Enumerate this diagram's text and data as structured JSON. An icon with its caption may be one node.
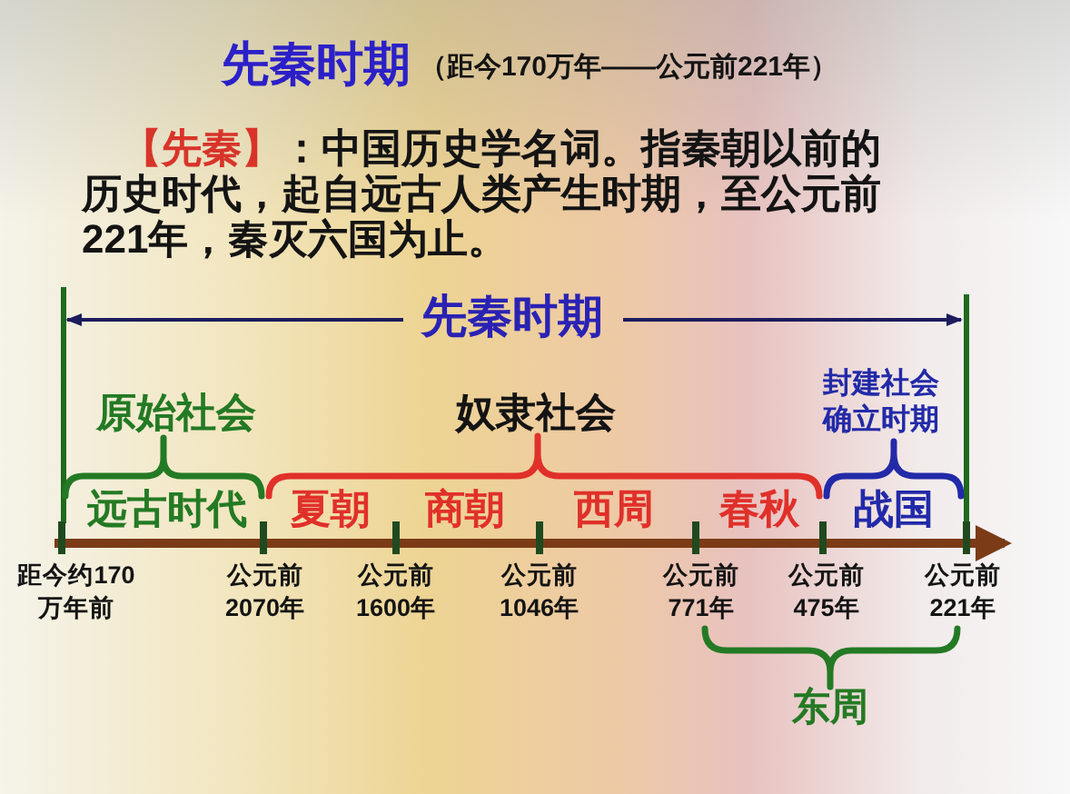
{
  "diagram": {
    "title": "先秦时期",
    "labels": [
      "（距今170万年——公元前221年）",
      "**【先秦】**：中国历史学名词。指秦朝以前的历史时代，起自远古人类产生时期，至公元前221年，秦灭六国为止。",
      "先秦时期",
      "原始社会",
      "奴隶社会",
      "封建社会确立时期",
      "远古时代",
      "夏朝",
      "商朝",
      "西周",
      "春秋",
      "战国",
      "距今约170万年前",
      "公元前2070年",
      "公元前1600年",
      "公元前1046年",
      "公元前771年",
      "公元前475年",
      "公元前221年",
      "东周"
    ]
  }
}
